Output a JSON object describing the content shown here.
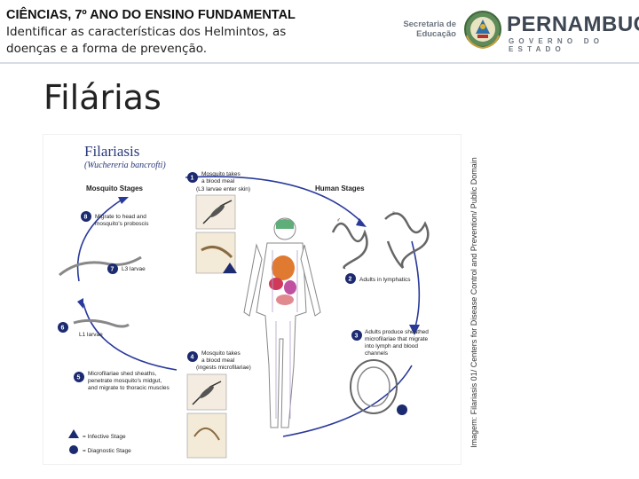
{
  "header": {
    "line1": "CIÊNCIAS, 7º ANO DO ENSINO FUNDAMENTAL",
    "line2": "Identificar as características dos Helmintos, as",
    "line3": "doenças e a forma de prevenção."
  },
  "logo": {
    "secretaria_line1": "Secretaria de",
    "secretaria_line2": "Educação",
    "name": "PERNAMBUCO",
    "subtitle": "GOVERNO DO ESTADO"
  },
  "slide": {
    "title": "Filárias"
  },
  "figure": {
    "title": "Filariasis",
    "subtitle": "(Wuchereria bancrofti)",
    "mosquito_stages": "Mosquito Stages",
    "human_stages": "Human Stages",
    "steps": [
      {
        "num": "1",
        "lines": [
          "Mosquito takes",
          "a blood meal",
          "(L3 larvae enter skin)"
        ]
      },
      {
        "num": "2",
        "lines": [
          "Adults in lymphatics"
        ]
      },
      {
        "num": "3",
        "lines": [
          "Adults produce sheathed",
          "microfilariae that migrate",
          "into lymph and blood",
          "channels"
        ]
      },
      {
        "num": "4",
        "lines": [
          "Mosquito takes",
          "a blood meal",
          "(ingests microfilariae)"
        ]
      },
      {
        "num": "5",
        "lines": [
          "Microfilariae shed sheaths,",
          "penetrate mosquito's midgut,",
          "and migrate to thoracic muscles"
        ]
      },
      {
        "num": "6",
        "lines": [
          "L1 larvae"
        ]
      },
      {
        "num": "7",
        "lines": [
          "L3 larvae"
        ]
      },
      {
        "num": "8",
        "lines": [
          "Migrate to head and",
          "mosquito's proboscis"
        ]
      }
    ],
    "legend": {
      "infective": "= Infective Stage",
      "diagnostic": "= Diagnostic Stage"
    }
  },
  "credit": "Imagem: Filariasis 01/ Centers for Disease Control and Prevention/ Public Domain"
}
